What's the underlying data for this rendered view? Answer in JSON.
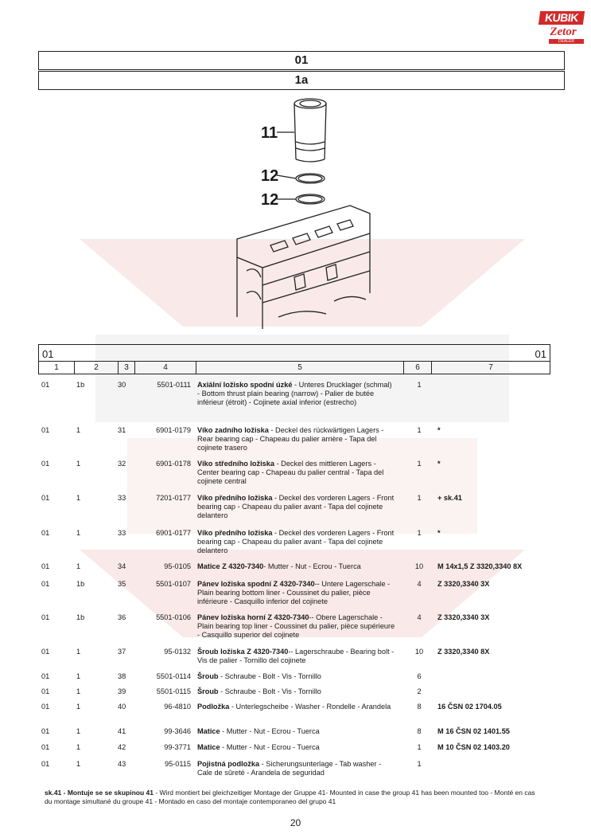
{
  "brand": {
    "top": "KUBIK",
    "mid": "Zetor",
    "bottom": "DEALER"
  },
  "header": {
    "group": "01",
    "subgroup": "1a"
  },
  "callouts": [
    "11",
    "12",
    "12"
  ],
  "table": {
    "code_left": "01",
    "code_right": "01",
    "columns": [
      "1",
      "2",
      "3",
      "4",
      "5",
      "6",
      "7"
    ],
    "rows": [
      {
        "c1": "01",
        "c2": "1b",
        "c3": "30",
        "c4": "5501-0111",
        "name": "Axiální ložisko spodní úzké",
        "desc": " - Unteres Drucklager (schmal) - Bottom thrust plain bearing (narrow) - Palier de butée inférieur (étroit) - Cojinete axial inferior (estrecho)",
        "c6": "1",
        "c7": ""
      },
      {
        "c1": "01",
        "c2": "1",
        "c3": "31",
        "c4": "6901-0179",
        "name": "Víko zadního ložiska",
        "desc": " - Deckel des rückwärtigen Lagers - Rear bearing cap - Chapeau du palier arrière - Tapa del cojinete trasero",
        "c6": "1",
        "c7": "*"
      },
      {
        "c1": "01",
        "c2": "1",
        "c3": "32",
        "c4": "6901-0178",
        "name": "Víko středního ložiska",
        "desc": " - Deckel des mittleren Lagers - Center bearing cap - Chapeau du palier central - Tapa del cojinete central",
        "c6": "1",
        "c7": "*"
      },
      {
        "c1": "01",
        "c2": "1",
        "c3": "33",
        "c4": "7201-0177",
        "name": "Víko předního ložiska",
        "desc": " - Deckel des vorderen Lagers - Front bearing cap - Chapeau du palier avant - Tapa del cojinete delantero",
        "c6": "1",
        "c7": "+ sk.41"
      },
      {
        "c1": "01",
        "c2": "1",
        "c3": "33",
        "c4": "6901-0177",
        "name": "Víko předního ložiska",
        "desc": " - Deckel des vorderen Lagers - Front bearing cap - Chapeau du palier avant - Tapa del cojinete delantero",
        "c6": "1",
        "c7": "*"
      },
      {
        "c1": "01",
        "c2": "1",
        "c3": "34",
        "c4": "95-0105",
        "name": "Matice Z 4320-7340",
        "desc": "- Mutter - Nut - Ecrou - Tuerca",
        "c6": "10",
        "c7": "M 14x1,5 Z 3320,3340 8X"
      },
      {
        "c1": "01",
        "c2": "1b",
        "c3": "35",
        "c4": "5501-0107",
        "name": "Pánev ložiska spodní Z 4320-7340",
        "desc": "-- Untere Lagerschale - Plain bearing bottom liner - Coussinet du palier, pièce inférieure - Casquillo inferior del cojinete",
        "c6": "4",
        "c7": "Z 3320,3340 3X"
      },
      {
        "c1": "01",
        "c2": "1b",
        "c3": "36",
        "c4": "5501-0106",
        "name": "Pánev ložiska horní Z 4320-7340",
        "desc": "-- Obere Lagerschale - Plain bearing top liner - Coussinet du palier, pièce supérieure - Casquillo superior del cojinete",
        "c6": "4",
        "c7": "Z 3320,3340 3X"
      },
      {
        "c1": "01",
        "c2": "1",
        "c3": "37",
        "c4": "95-0132",
        "name": "Šroub ložiska Z 4320-7340",
        "desc": "-- Lagerschraube - Bearing bolt - Vis de palier - Tornillo del cojinete",
        "c6": "10",
        "c7": "Z 3320,3340 8X"
      },
      {
        "c1": "01",
        "c2": "1",
        "c3": "38",
        "c4": "5501-0114",
        "name": "Šroub",
        "desc": " - Schraube - Bolt - Vis - Tornillo",
        "c6": "6",
        "c7": ""
      },
      {
        "c1": "01",
        "c2": "1",
        "c3": "39",
        "c4": "5501-0115",
        "name": "Šroub",
        "desc": " - Schraube - Bolt - Vis - Tornillo",
        "c6": "2",
        "c7": ""
      },
      {
        "c1": "01",
        "c2": "1",
        "c3": "40",
        "c4": "96-4810",
        "name": "Podložka",
        "desc": " - Unterlegscheibe - Washer - Rondelle - Arandela",
        "c6": "8",
        "c7": "16 ČSN 02 1704.05"
      },
      {
        "c1": "01",
        "c2": "1",
        "c3": "41",
        "c4": "99-3646",
        "name": "Matice",
        "desc": " - Mutter - Nut - Ecrou - Tuerca",
        "c6": "8",
        "c7": "M 16 ČSN 02 1401.55"
      },
      {
        "c1": "01",
        "c2": "1",
        "c3": "42",
        "c4": "99-3771",
        "name": "Matice",
        "desc": " - Mutter - Nut - Ecrou - Tuerca",
        "c6": "1",
        "c7": "M 10 ČSN 02 1403.20"
      },
      {
        "c1": "01",
        "c2": "1",
        "c3": "43",
        "c4": "95-0115",
        "name": "Pojistná podložka",
        "desc": " - Sicherungsunterlage - Tab washer - Cale de sûreté - Arandela de seguridad",
        "c6": "1",
        "c7": ""
      }
    ]
  },
  "footnote": {
    "lead": "sk.41 - Montuje se se skupinou 41",
    "rest": " - Wird montiert bei gleichzeitiger Montage der Gruppe 41- Mounted in case the group 41 has been mounted too - Monté en cas du montage simultané du groupe 41 - Montado en caso del montaje contemporaneo del grupo 41"
  },
  "page_number": "20"
}
